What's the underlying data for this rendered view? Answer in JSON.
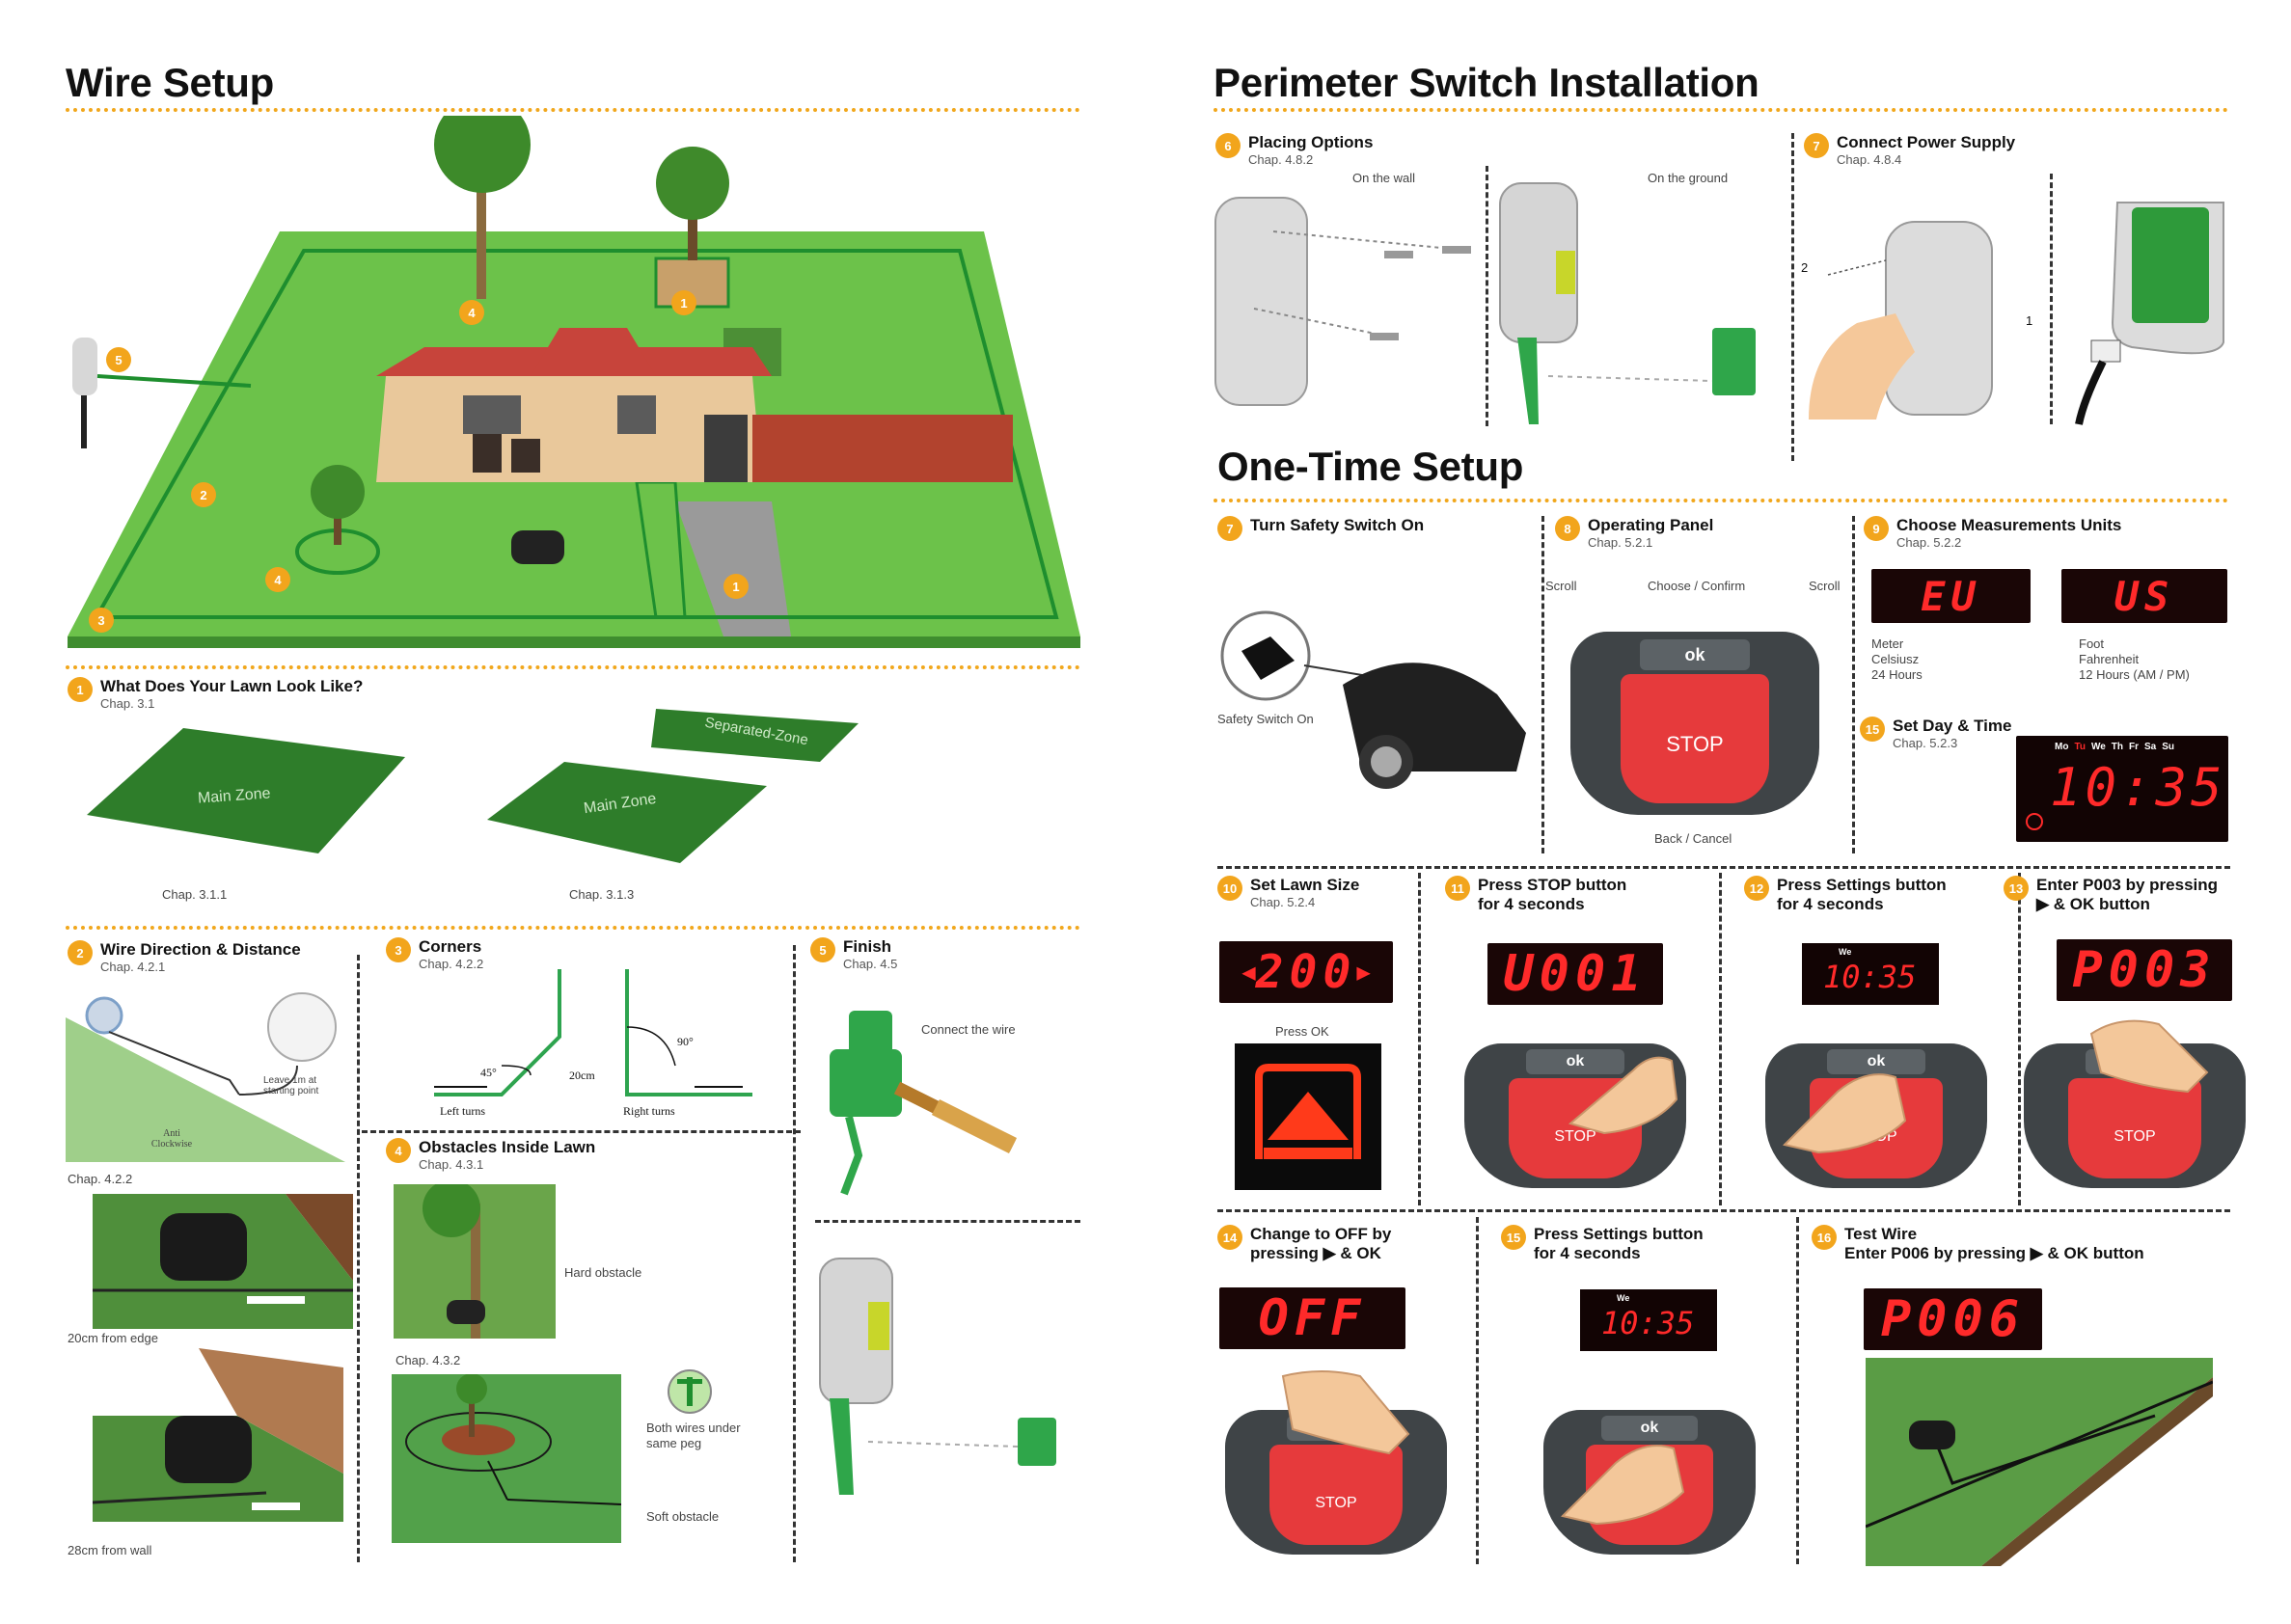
{
  "colors": {
    "accent": "#f2a51c",
    "lawn": "#6cc24a",
    "wire": "#1e8e2e",
    "display_red": "#ff2a2a",
    "panel_red": "#e63a3c",
    "panel_grey": "#3f4447"
  },
  "wire_setup": {
    "title": "Wire Setup",
    "map_markers": [
      "1",
      "1",
      "2",
      "3",
      "4",
      "4",
      "5"
    ],
    "step1": {
      "num": "1",
      "title": "What Does Your Lawn Look Like?",
      "chap": "Chap. 3.1",
      "zone_main": "Main Zone",
      "zone_main2": "Main Zone",
      "zone_separated": "Separated-Zone",
      "cap_a": "Chap. 3.1.1",
      "cap_b": "Chap. 3.1.3"
    },
    "step2": {
      "num": "2",
      "title": "Wire Direction & Distance",
      "chap": "Chap. 4.2.1",
      "leave": "Leave 1m at starting point",
      "anti": "Anti Clockwise",
      "chap2": "Chap. 4.2.2",
      "edge": "20cm from edge",
      "wall": "28cm from wall"
    },
    "step3": {
      "num": "3",
      "title": "Corners",
      "chap": "Chap. 4.2.2",
      "deg45": "45°",
      "cm20": "20cm",
      "deg90": "90°",
      "left": "Left turns",
      "right": "Right turns"
    },
    "step4": {
      "num": "4",
      "title": "Obstacles Inside Lawn",
      "chap": "Chap. 4.3.1",
      "hard": "Hard obstacle",
      "chap2": "Chap. 4.3.2",
      "both": "Both wires under same peg",
      "soft": "Soft obstacle"
    },
    "step5": {
      "num": "5",
      "title": "Finish",
      "chap": "Chap. 4.5",
      "connect": "Connect the wire"
    }
  },
  "perimeter": {
    "title": "Perimeter Switch Installation",
    "step6": {
      "num": "6",
      "title": "Placing Options",
      "chap": "Chap. 4.8.2",
      "wall": "On the wall",
      "ground": "On the ground"
    },
    "step7": {
      "num": "7",
      "title": "Connect Power Supply",
      "chap": "Chap. 4.8.4",
      "n1": "1",
      "n2": "2"
    }
  },
  "onetime": {
    "title": "One-Time Setup",
    "s7": {
      "num": "7",
      "title": "Turn Safety Switch On",
      "cap": "Safety Switch On"
    },
    "s8": {
      "num": "8",
      "title": "Operating Panel",
      "chap": "Chap. 5.2.1",
      "scroll_l": "Scroll",
      "choose": "Choose / Confirm",
      "scroll_r": "Scroll",
      "back": "Back / Cancel"
    },
    "s9": {
      "num": "9",
      "title": "Choose Measurements Units",
      "chap": "Chap. 5.2.2",
      "eu": "EU",
      "us": "US",
      "eu_lines": [
        "Meter",
        "Celsiusz",
        "24 Hours"
      ],
      "us_lines": [
        "Foot",
        "Fahrenheit",
        "12 Hours (AM / PM)"
      ]
    },
    "s15a": {
      "num": "15",
      "title": "Set Day & Time",
      "chap": "Chap. 5.2.3",
      "days": [
        "Mo",
        "Tu",
        "We",
        "Th",
        "Fr",
        "Sa",
        "Su"
      ],
      "time": "10:35"
    },
    "s10": {
      "num": "10",
      "title": "Set Lawn Size",
      "chap": "Chap. 5.2.4",
      "display": "200",
      "press": "Press OK"
    },
    "s11": {
      "num": "11",
      "title": "Press STOP button",
      "title2": "for 4 seconds",
      "display": "U001"
    },
    "s12": {
      "num": "12",
      "title": "Press Settings button",
      "title2": "for 4 seconds",
      "day": "We",
      "display": "10:35"
    },
    "s13": {
      "num": "13",
      "title": "Enter P003 by pressing",
      "title2": "▶ & OK button",
      "display": "P003"
    },
    "s14": {
      "num": "14",
      "title": "Change to OFF by",
      "title2": "pressing ▶ & OK",
      "display": "OFF"
    },
    "s15b": {
      "num": "15",
      "title": "Press Settings button",
      "title2": "for 4 seconds",
      "day": "We",
      "display": "10:35"
    },
    "s16": {
      "num": "16",
      "title": "Test Wire",
      "title2": "Enter P006 by pressing ▶ & OK button",
      "display": "P006"
    },
    "panel_ok": "ok",
    "panel_stop": "STOP"
  }
}
